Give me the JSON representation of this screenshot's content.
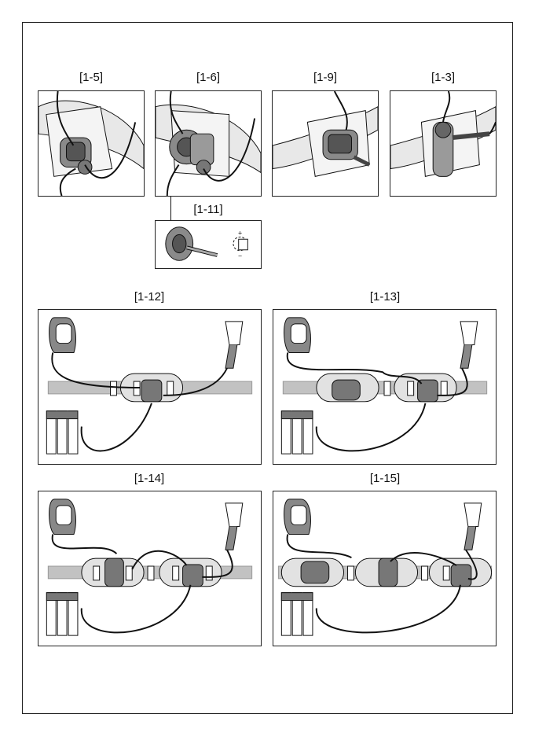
{
  "figures": {
    "f1_5": "[1-5]",
    "f1_6": "[1-6]",
    "f1_9": "[1-9]",
    "f1_3": "[1-3]",
    "f1_11": "[1-11]",
    "f1_12": "[1-12]",
    "f1_13": "[1-13]",
    "f1_14": "[1-14]",
    "f1_15": "[1-15]"
  },
  "colors": {
    "line": "#111111",
    "belt": "#b9b9b9",
    "unit": "#7a7a7a",
    "unit_dark": "#3a3a3a",
    "pad": "#e2e2e2"
  }
}
